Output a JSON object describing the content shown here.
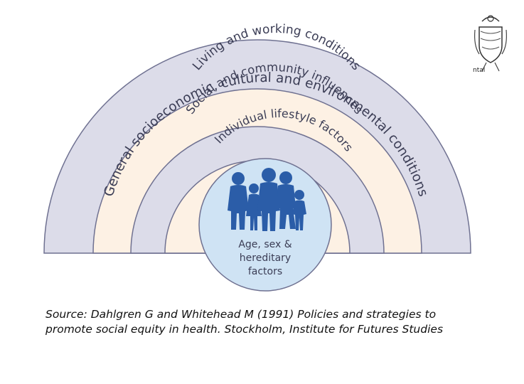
{
  "diagram": {
    "layers": [
      {
        "label": "General socioeconomic, cultural and environmental conditions",
        "color": "#dcdce9"
      },
      {
        "label": "Living and working conditions",
        "color": "#fdf1e4"
      },
      {
        "label": "Social and community influences",
        "color": "#dcdce9"
      },
      {
        "label": "Individual lifestyle factors",
        "color": "#fdf1e4"
      }
    ],
    "core": {
      "lines": [
        "Age, sex &",
        "hereditary",
        "factors"
      ],
      "fill": "#cfe3f4",
      "figure_color": "#2b5da8"
    },
    "outline_color": "#6f7191",
    "logo_caption": "ntal"
  },
  "source_text": "Source: Dahlgren G and Whitehead M (1991) Policies and strategies to promote social equity in health. Stockholm, Institute for Futures Studies"
}
